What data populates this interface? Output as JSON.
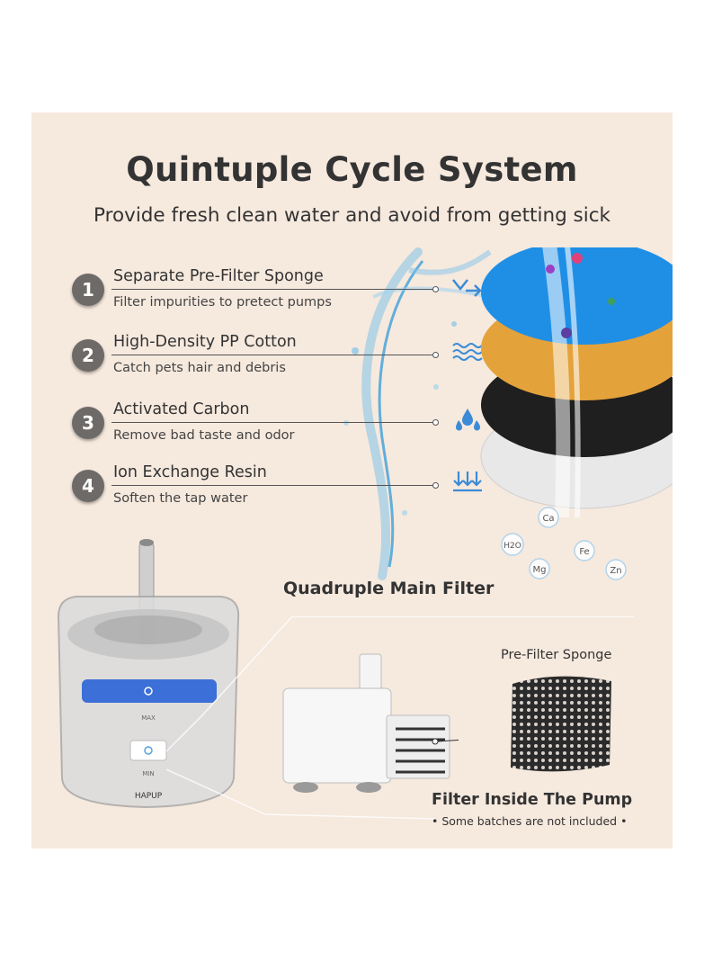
{
  "header": {
    "title": "Quintuple Cycle System",
    "subtitle": "Provide fresh clean water and avoid from getting sick"
  },
  "steps": [
    {
      "number": "1",
      "name": "Separate Pre-Filter Sponge",
      "desc": "Filter impurities to pretect pumps",
      "icon": "flow-arrow-icon"
    },
    {
      "number": "2",
      "name": "High-Density PP Cotton",
      "desc": "Catch pets hair and debris",
      "icon": "waves-icon"
    },
    {
      "number": "3",
      "name": "Activated Carbon",
      "desc": "Remove bad taste and odor",
      "icon": "water-drops-icon"
    },
    {
      "number": "4",
      "name": "Ion Exchange Resin",
      "desc": "Soften the tap water",
      "icon": "down-arrows-icon"
    }
  ],
  "filters": {
    "label": "Quadruple Main Filter",
    "minerals": [
      "Ca",
      "H2O",
      "Fe",
      "Mg",
      "Zn"
    ]
  },
  "fountain": {
    "brand": "HAPUP",
    "max_label": "MAX",
    "min_label": "MIN"
  },
  "pump": {
    "prefilter_label": "Pre-Filter Sponge",
    "label": "Filter Inside The Pump",
    "note": "• Some batches are not included •"
  },
  "colors": {
    "background": "#f6e9de",
    "badge": "#6d6a68",
    "icon_blue": "#3b8bd6",
    "sponge_blue": "#1f8fe6",
    "cotton_orange": "#e4a23a",
    "carbon_black": "#222222"
  }
}
